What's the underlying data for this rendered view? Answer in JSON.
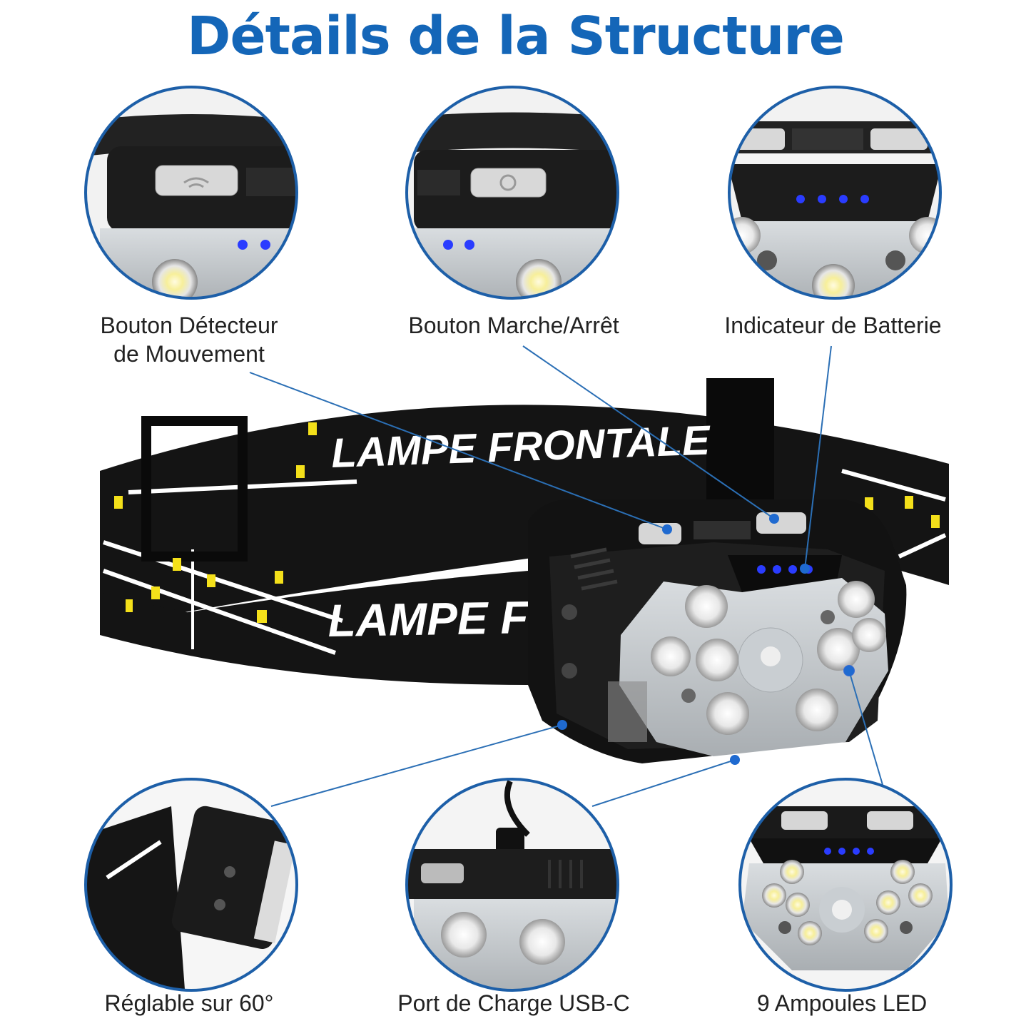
{
  "title": "Détails de la Structure",
  "strap_text": "LAMPE FRONTALE",
  "strap_text_front": "LAMPE F",
  "colors": {
    "title": "#1466b8",
    "callout": "#2b6fb5",
    "led_blue": "#2a3cff",
    "strap_yellow": "#f4e01a"
  },
  "callouts": [
    {
      "id": "motion",
      "label_line1": "Bouton Détecteur",
      "label_line2": "de Mouvement"
    },
    {
      "id": "power",
      "label_line1": "Bouton Marche/Arrêt"
    },
    {
      "id": "battery",
      "label_line1": "Indicateur de Batterie"
    },
    {
      "id": "adjust",
      "label_line1": "Réglable sur 60°"
    },
    {
      "id": "usb",
      "label_line1": "Port de Charge USB-C"
    },
    {
      "id": "leds",
      "label_line1": "9 Ampoules LED"
    }
  ]
}
